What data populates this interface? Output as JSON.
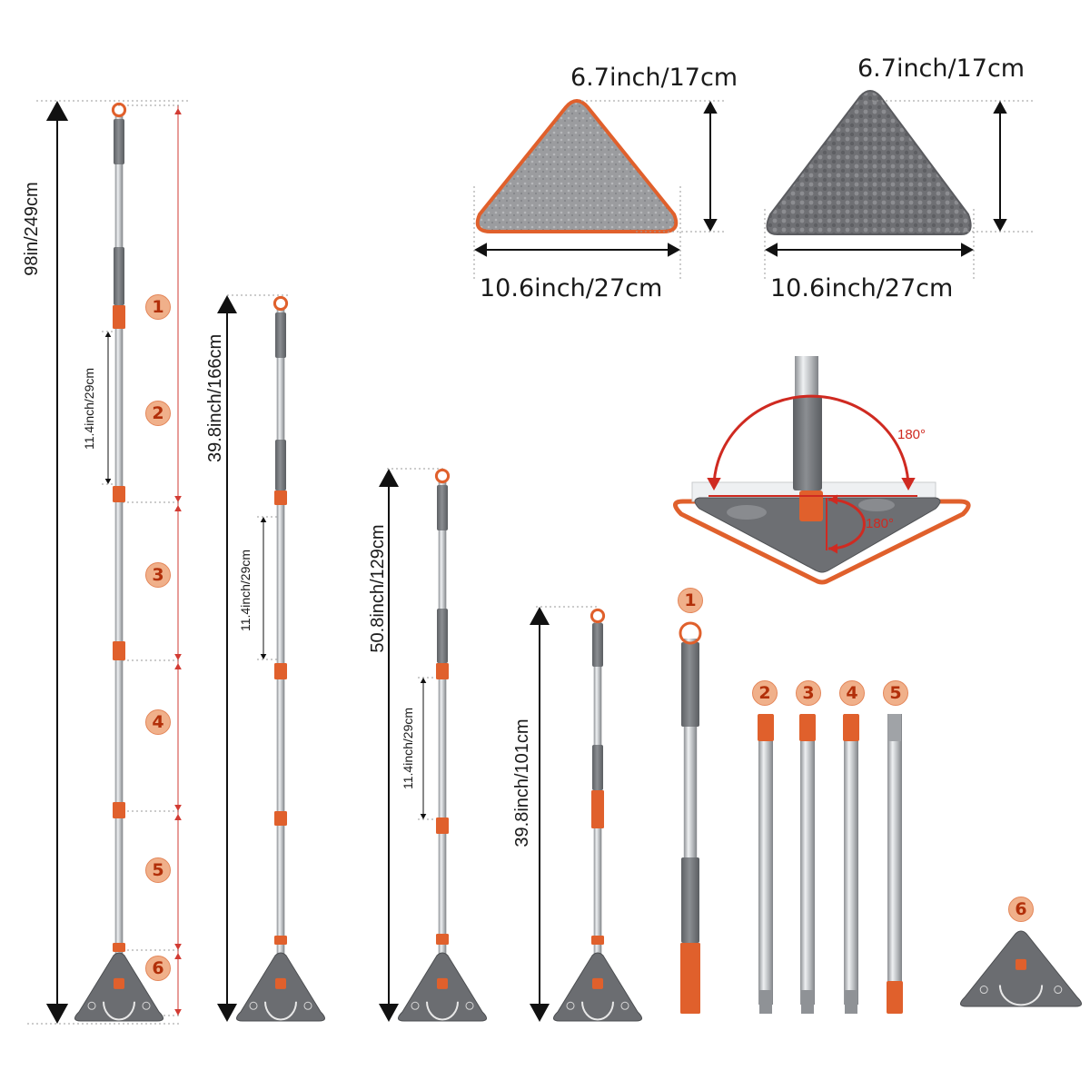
{
  "colors": {
    "handle_gray": "#76787b",
    "steel": "#b9bcbf",
    "accent_orange": "#e0602c",
    "badge_fill": "#f0b08a",
    "badge_text": "#b2300a",
    "rotation_red": "#cf2a21",
    "pad_gray": "#8e8f92",
    "guide_red": "#d23b33"
  },
  "heights": {
    "full": "98in/249cm",
    "h166": "39.8inch/166cm",
    "h129": "50.8inch/129cm",
    "h101": "39.8inch/101cm"
  },
  "segment_label": "11.4inch/29cm",
  "section_numbers": [
    "1",
    "2",
    "3",
    "4",
    "5",
    "6"
  ],
  "pads": {
    "flat": {
      "height": "6.7inch/17cm",
      "width": "10.6inch/27cm"
    },
    "chenille": {
      "height": "6.7inch/17cm",
      "width": "10.6inch/27cm"
    }
  },
  "rotation": {
    "head_swivel": "180°",
    "base_swivel": "180°"
  },
  "icons": [
    "arrow-up-icon",
    "arrow-down-icon",
    "arrow-left-icon",
    "arrow-right-icon"
  ]
}
